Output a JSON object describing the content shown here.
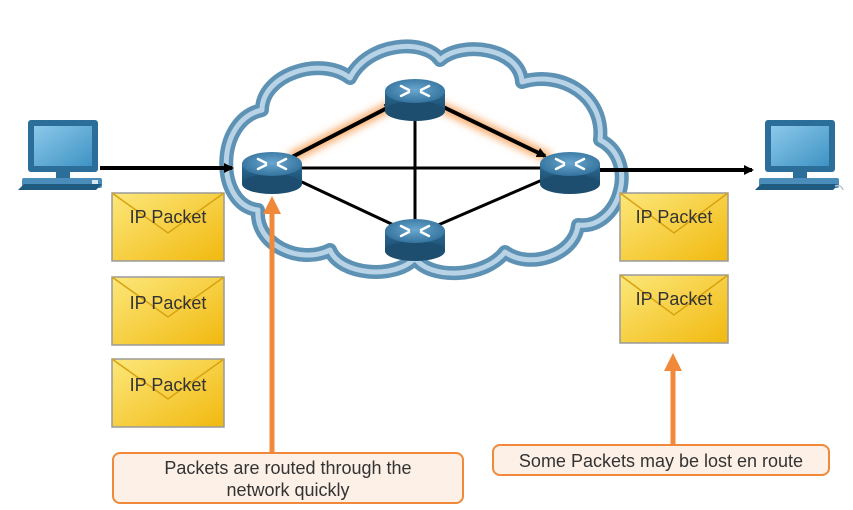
{
  "packets_left": [
    "IP Packet",
    "IP Packet",
    "IP Packet"
  ],
  "packets_right": [
    "IP Packet",
    "IP Packet"
  ],
  "callouts": {
    "routed_line1": "Packets are routed through the",
    "routed_line2": "network quickly",
    "lost": "Some Packets may be lost en route"
  },
  "colors": {
    "cloud": "#5e92b4",
    "router": "#3f7ea8",
    "packet": "#f7c72c",
    "callout_border": "#f08a3a",
    "callout_fill": "#fdf0e6",
    "arrow_orange": "#f08a3a",
    "computer": "#3a86b8"
  },
  "icons": [
    "computer-icon",
    "router-icon",
    "cloud-icon",
    "envelope-icon"
  ]
}
